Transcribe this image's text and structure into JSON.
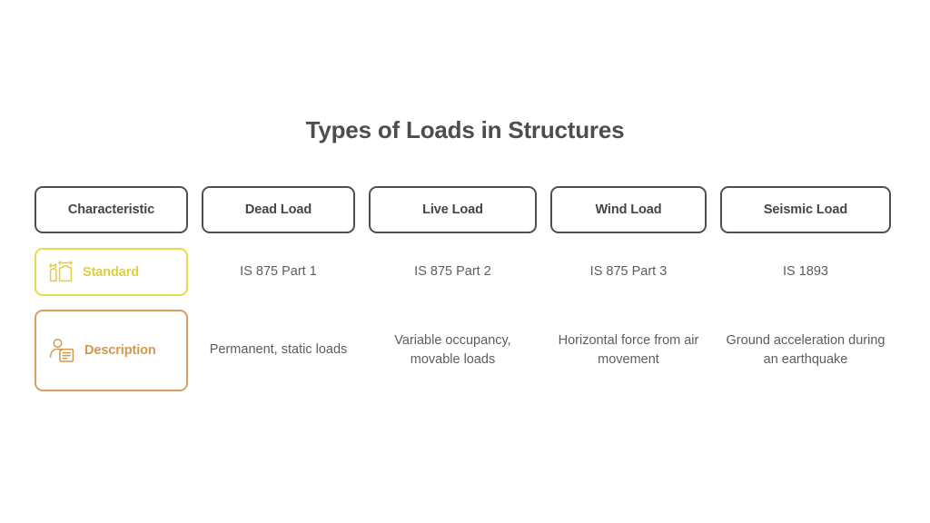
{
  "slide": {
    "title": "Types of Loads in Structures",
    "background_color": "#ffffff",
    "title_color": "#4d4d4d"
  },
  "colors": {
    "header_border": "#4f4f4f",
    "standard_accent": "#e0ce3b",
    "standard_border": "#e3dc4e",
    "description_accent": "#d2984f",
    "description_border": "#d89f61",
    "body_text": "#5d5d5d"
  },
  "table": {
    "headers": [
      {
        "label": "Characteristic"
      },
      {
        "label": "Dead Load"
      },
      {
        "label": "Live Load"
      },
      {
        "label": "Wind Load"
      },
      {
        "label": "Seismic Load"
      }
    ],
    "rows": [
      {
        "label": "Standard",
        "icon": "measurement-boxes-icon",
        "accent": "#e0ce3b",
        "values": [
          "IS 875 Part 1",
          "IS 875 Part 2",
          "IS 875 Part 3",
          "IS 1893"
        ]
      },
      {
        "label": "Description",
        "icon": "person-document-icon",
        "accent": "#d2984f",
        "values": [
          "Permanent, static loads",
          "Variable occupancy, movable loads",
          "Horizontal force from air movement",
          "Ground acceleration during an earthquake"
        ]
      }
    ]
  }
}
